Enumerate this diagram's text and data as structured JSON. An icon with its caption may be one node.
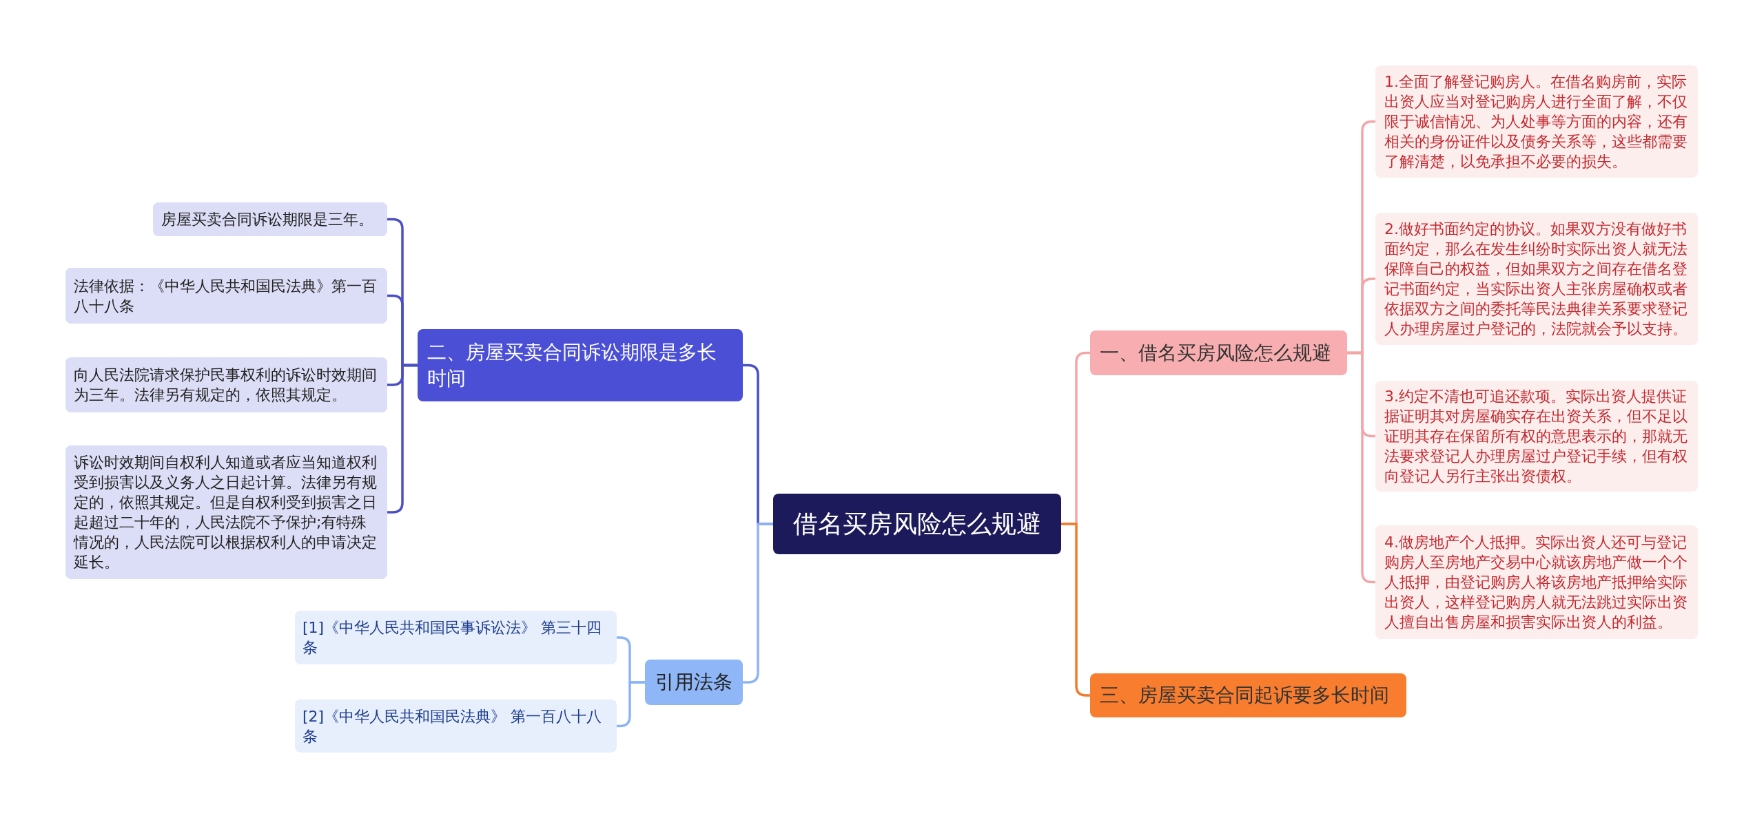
{
  "diagram": {
    "nodes": [
      {
        "text": [
          "借名买房风险怎么规避"
        ]
      },
      {
        "text": [
          "一、借名买房风险怎么规避"
        ]
      },
      {
        "text": [
          "1.全面了解登记购房人。在借名购房前，实际出资人应当对登记购房人进行全面了解，不仅限于诚信情况、为人处事等方面的内容，还有相关的身份证件以及债务关系等，这些都需要了解清楚，以免承担不必要的损失。"
        ]
      },
      {
        "text": [
          "2.做好书面约定的协议。如果双方没有做好书面约定，那么在发生纠纷时实际出资人就无法保障自己的权益，但如果双方之间存在借名登记书面约定，当实际出资人主张房屋确权或者依据双方之间的委托等民法典律关系要求登记人办理房屋过户登记的，法院就会予以支持。"
        ]
      },
      {
        "text": [
          "3.约定不清也可追还款项。实际出资人提供证据证明其对房屋确实存在出资关系，但不足以证明其存在保留所有权的意思表示的，那就无法要求登记人办理房屋过户登记手续，但有权向登记人另行主张出资债权。"
        ]
      },
      {
        "text": [
          "4.做房地产个人抵押。实际出资人还可与登记购房人至房地产交易中心就该房地产做一个个人抵押，由登记购房人将该房地产抵押给实际出资人，这样登记购房人就无法跳过实际出资人擅自出售房屋和损害实际出资人的利益。"
        ]
      },
      {
        "text": [
          "三、房屋买卖合同起诉要多长时间"
        ]
      },
      {
        "text": [
          "二、房屋买卖合同诉讼期限是多长时间"
        ]
      },
      {
        "text": [
          "房屋买卖合同诉讼期限是三年。"
        ]
      },
      {
        "text": [
          "法律依据：《中华人民共和国民法典》第一百八十八条"
        ]
      },
      {
        "text": [
          "向人民法院请求保护民事权利的诉讼时效期间为三年。法律另有规定的，依照其规定。"
        ]
      },
      {
        "text": [
          "诉讼时效期间自权利人知道或者应当知道权利受到损害以及义务人之日起计算。法律另有规定的，依照其规定。但是自权利受到损害之日起超过二十年的，人民法院不予保护;有特殊情况的，人民法院可以根据权利人的申请决定延长。"
        ]
      },
      {
        "text": [
          "引用法条"
        ]
      },
      {
        "text": [
          "[1]《中华人民共和国民事诉讼法》 第三十四条"
        ]
      },
      {
        "text": [
          "[2]《中华人民共和国民法典》 第一百八十八条"
        ]
      }
    ],
    "edges": [
      {
        "from": 0,
        "to": 1,
        "arrow": "none",
        "color": "#f2a6a8"
      },
      {
        "from": 1,
        "to": 2,
        "arrow": "none",
        "color": "#f2a6a8"
      },
      {
        "from": 1,
        "to": 3,
        "arrow": "none",
        "color": "#f2a6a8"
      },
      {
        "from": 1,
        "to": 4,
        "arrow": "none",
        "color": "#f2a6a8"
      },
      {
        "from": 1,
        "to": 5,
        "arrow": "none",
        "color": "#f2a6a8"
      },
      {
        "from": 0,
        "to": 6,
        "arrow": "none",
        "color": "#f47a2c"
      },
      {
        "from": 0,
        "to": 7,
        "arrow": "none",
        "color": "#4a4fc4"
      },
      {
        "from": 7,
        "to": 8,
        "arrow": "none",
        "color": "#4a4fc4"
      },
      {
        "from": 7,
        "to": 9,
        "arrow": "none",
        "color": "#4a4fc4"
      },
      {
        "from": 7,
        "to": 10,
        "arrow": "none",
        "color": "#4a4fc4"
      },
      {
        "from": 7,
        "to": 11,
        "arrow": "none",
        "color": "#4a4fc4"
      },
      {
        "from": 0,
        "to": 12,
        "arrow": "none",
        "color": "#8db4f2"
      },
      {
        "from": 12,
        "to": 13,
        "arrow": "none",
        "color": "#8db4f2"
      },
      {
        "from": 12,
        "to": 14,
        "arrow": "none",
        "color": "#8db4f2"
      }
    ]
  }
}
